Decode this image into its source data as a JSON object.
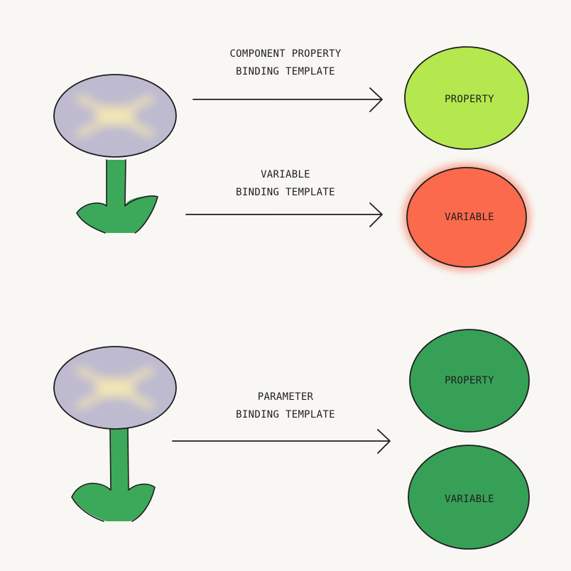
{
  "diagram": {
    "edges": [
      {
        "id": "component-property",
        "label_lines": [
          "COMPONENT PROPERTY",
          "BINDING TEMPLATE"
        ]
      },
      {
        "id": "variable",
        "label_lines": [
          "VARIABLE",
          "BINDING TEMPLATE"
        ]
      },
      {
        "id": "parameter",
        "label_lines": [
          "PARAMETER",
          "BINDING TEMPLATE"
        ]
      }
    ],
    "nodes": [
      {
        "id": "property-top",
        "label": "PROPERTY",
        "color": "#b5e84e"
      },
      {
        "id": "variable-top",
        "label": "VARIABLE",
        "color": "#fb6a4c"
      },
      {
        "id": "property-bottom",
        "label": "PROPERTY",
        "color": "#37a057"
      },
      {
        "id": "variable-bottom",
        "label": "VARIABLE",
        "color": "#37a057"
      }
    ],
    "flower": {
      "petal_color": "#bebad0",
      "center_color": "#f2e6b4",
      "stem_color": "#3ca95a",
      "outline_color": "#1e1e1e"
    }
  }
}
